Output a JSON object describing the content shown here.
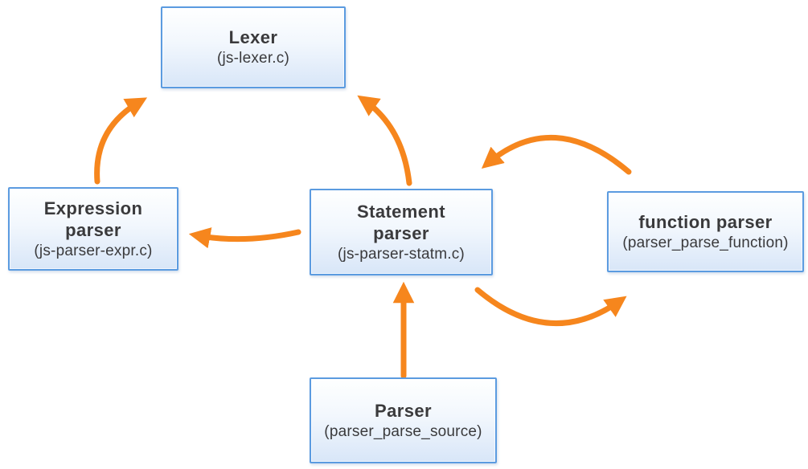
{
  "diagram": {
    "colors": {
      "background": "#FFFFFF",
      "arrow": "#F6861D",
      "box_border": "#5B9BE0",
      "box_fill_top": "#FEFFFF",
      "box_fill_bottom": "#D8E6F8",
      "text": "#3A3A3C"
    },
    "nodes": {
      "lexer": {
        "title": "Lexer",
        "subtitle": "(js-lexer.c)"
      },
      "expression_parser": {
        "title": "Expression\nparser",
        "subtitle": "(js-parser-expr.c)"
      },
      "statement_parser": {
        "title": "Statement\nparser",
        "subtitle": "(js-parser-statm.c)"
      },
      "function_parser": {
        "title": "function parser",
        "subtitle": "(parser_parse_function)"
      },
      "parser": {
        "title": "Parser",
        "subtitle": "(parser_parse_source)"
      }
    },
    "edges": [
      {
        "from": "expression_parser",
        "to": "lexer"
      },
      {
        "from": "statement_parser",
        "to": "lexer"
      },
      {
        "from": "statement_parser",
        "to": "expression_parser"
      },
      {
        "from": "function_parser",
        "to": "statement_parser"
      },
      {
        "from": "statement_parser",
        "to": "function_parser"
      },
      {
        "from": "parser",
        "to": "statement_parser"
      }
    ]
  }
}
